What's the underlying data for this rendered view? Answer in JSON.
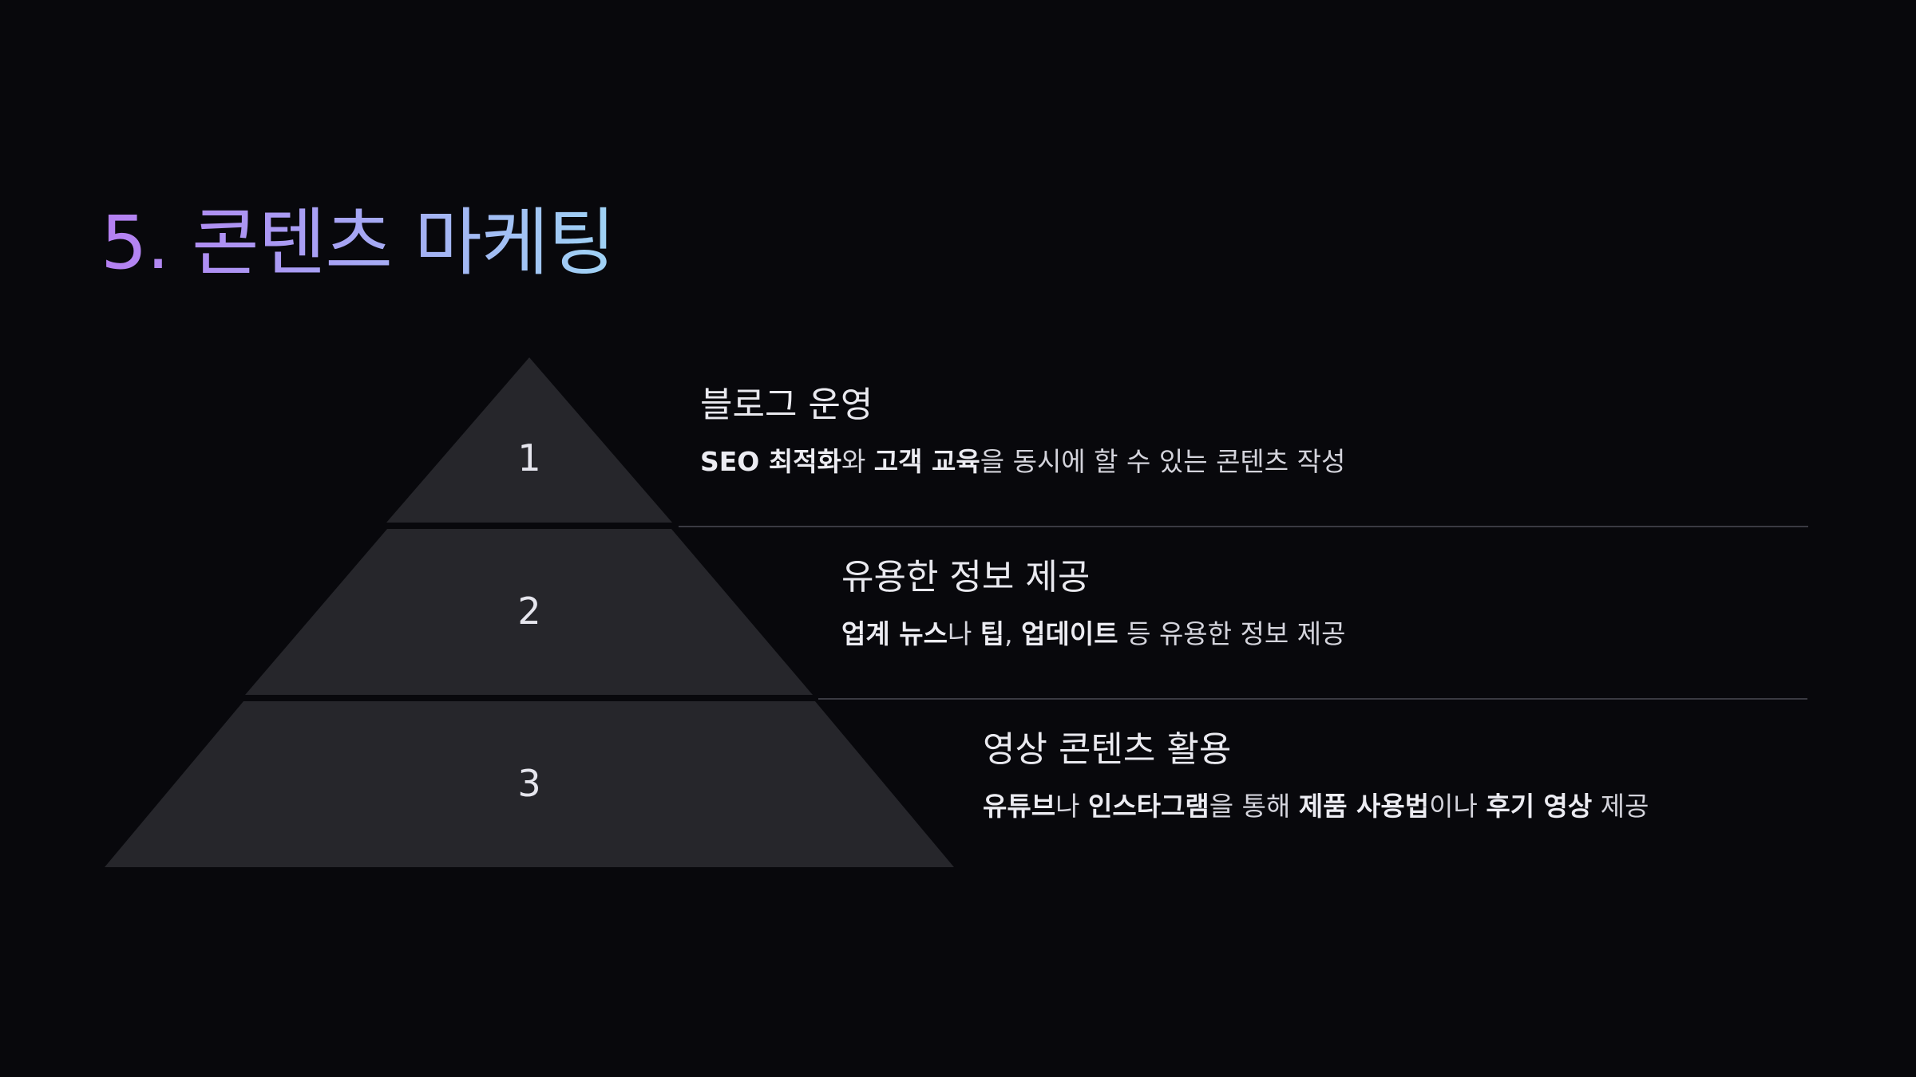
{
  "slide": {
    "title": "5. 콘텐츠 마케팅",
    "accent_start": "#b57ff2",
    "accent_end": "#9fd3f5",
    "background": "#08080c",
    "level_fill": "#26262b"
  },
  "levels": [
    {
      "number": "1",
      "title": "블로그 운영",
      "desc": [
        {
          "text": "SEO 최적화",
          "bold": true
        },
        {
          "text": "와 ",
          "bold": false
        },
        {
          "text": "고객 교육",
          "bold": true
        },
        {
          "text": "을 동시에 할 수 있는 콘텐츠 작성",
          "bold": false
        }
      ]
    },
    {
      "number": "2",
      "title": "유용한 정보 제공",
      "desc": [
        {
          "text": "업계 뉴스",
          "bold": true
        },
        {
          "text": "나 ",
          "bold": false
        },
        {
          "text": "팁",
          "bold": true
        },
        {
          "text": ", ",
          "bold": false
        },
        {
          "text": "업데이트",
          "bold": true
        },
        {
          "text": " 등 유용한 정보 제공",
          "bold": false
        }
      ]
    },
    {
      "number": "3",
      "title": "영상 콘텐츠 활용",
      "desc": [
        {
          "text": "유튜브",
          "bold": true
        },
        {
          "text": "나 ",
          "bold": false
        },
        {
          "text": "인스타그램",
          "bold": true
        },
        {
          "text": "을 통해 ",
          "bold": false
        },
        {
          "text": "제품 사용법",
          "bold": true
        },
        {
          "text": "이나 ",
          "bold": false
        },
        {
          "text": "후기 영상",
          "bold": true
        },
        {
          "text": " 제공",
          "bold": false
        }
      ]
    }
  ]
}
